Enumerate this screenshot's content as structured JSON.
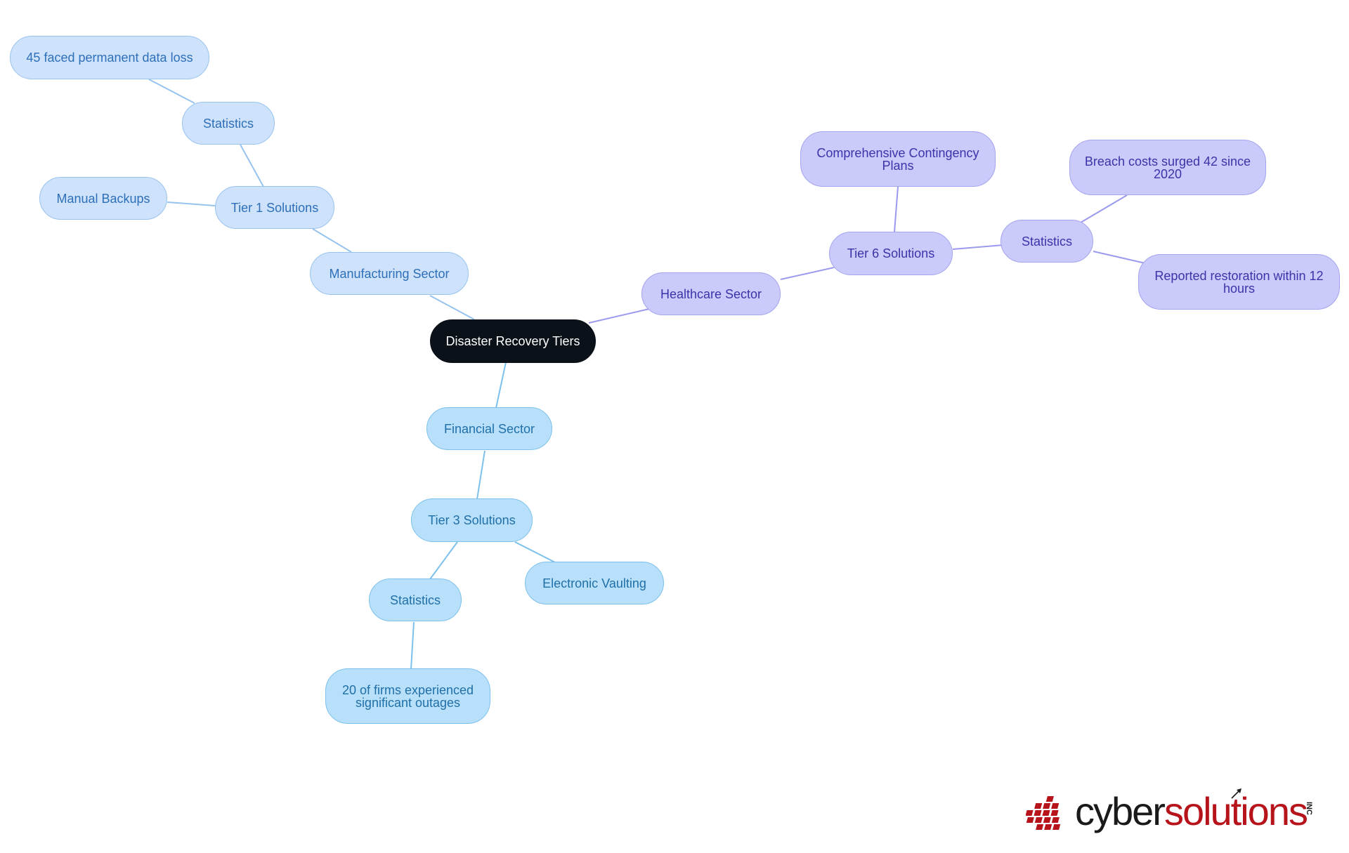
{
  "diagram": {
    "root": {
      "label": "Disaster Recovery Tiers"
    },
    "manufacturing": {
      "label": "Manufacturing Sector",
      "tier": "Tier 1 Solutions",
      "manual_backups": "Manual Backups",
      "statistics": "Statistics",
      "stat_fact": "45 faced permanent data loss"
    },
    "financial": {
      "label": "Financial Sector",
      "tier": "Tier 3 Solutions",
      "electronic_vaulting": "Electronic Vaulting",
      "statistics": "Statistics",
      "stat_fact_line1": "20 of firms experienced",
      "stat_fact_line2": "significant outages"
    },
    "healthcare": {
      "label": "Healthcare Sector",
      "tier": "Tier 6 Solutions",
      "plans_line1": "Comprehensive Contingency",
      "plans_line2": "Plans",
      "statistics": "Statistics",
      "stat_breach_line1": "Breach costs surged 42 since",
      "stat_breach_line2": "2020",
      "stat_restore_line1": "Reported restoration within 12",
      "stat_restore_line2": "hours"
    },
    "colors": {
      "root_fill": "#0b1118",
      "manufacturing_fill": "#cfe2fb",
      "manufacturing_edge": "#97c3ef",
      "financial_fill": "#b8e0fb",
      "financial_edge": "#7cc1ec",
      "healthcare_fill": "#cbcbfb",
      "healthcare_edge": "#9a9aee"
    }
  },
  "logo": {
    "part1": "cyber",
    "part2": "solutions",
    "suffix": "INC"
  }
}
